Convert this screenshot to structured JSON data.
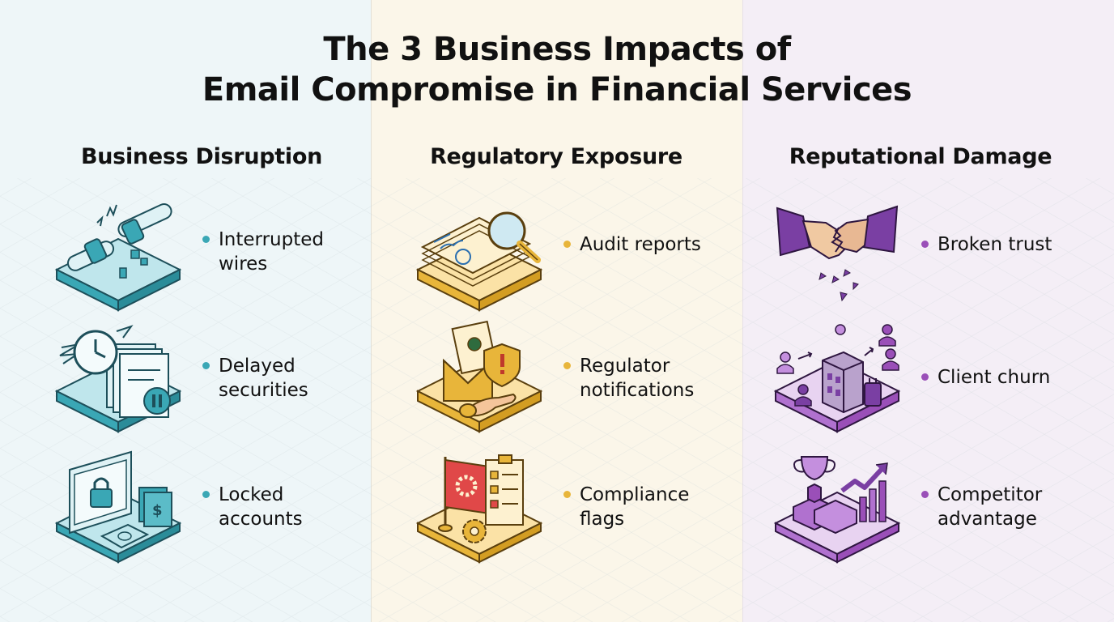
{
  "title": "The 3 Business Impacts of\nEmail Compromise in Financial Services",
  "colors": {
    "teal": "#3aa7b5",
    "gold": "#e8b53a",
    "purple": "#9a4fb8"
  },
  "columns": [
    {
      "heading": "Business Disruption",
      "accent": "#3aa7b5",
      "items": [
        {
          "label": "Interrupted\nwires",
          "icon": "broken-cable-icon"
        },
        {
          "label": "Delayed\nsecurities",
          "icon": "winged-clock-icon"
        },
        {
          "label": "Locked\naccounts",
          "icon": "locked-screen-icon"
        }
      ]
    },
    {
      "heading": "Regulatory Exposure",
      "accent": "#e8b53a",
      "items": [
        {
          "label": "Audit reports",
          "icon": "magnifier-documents-icon"
        },
        {
          "label": "Regulator\nnotifications",
          "icon": "envelope-shield-icon"
        },
        {
          "label": "Compliance\nflags",
          "icon": "flag-checklist-icon"
        }
      ]
    },
    {
      "heading": "Reputational Damage",
      "accent": "#9a4fb8",
      "items": [
        {
          "label": "Broken trust",
          "icon": "broken-handshake-icon"
        },
        {
          "label": "Client churn",
          "icon": "clients-leaving-icon"
        },
        {
          "label": "Competitor\nadvantage",
          "icon": "trophy-chart-icon"
        }
      ]
    }
  ]
}
